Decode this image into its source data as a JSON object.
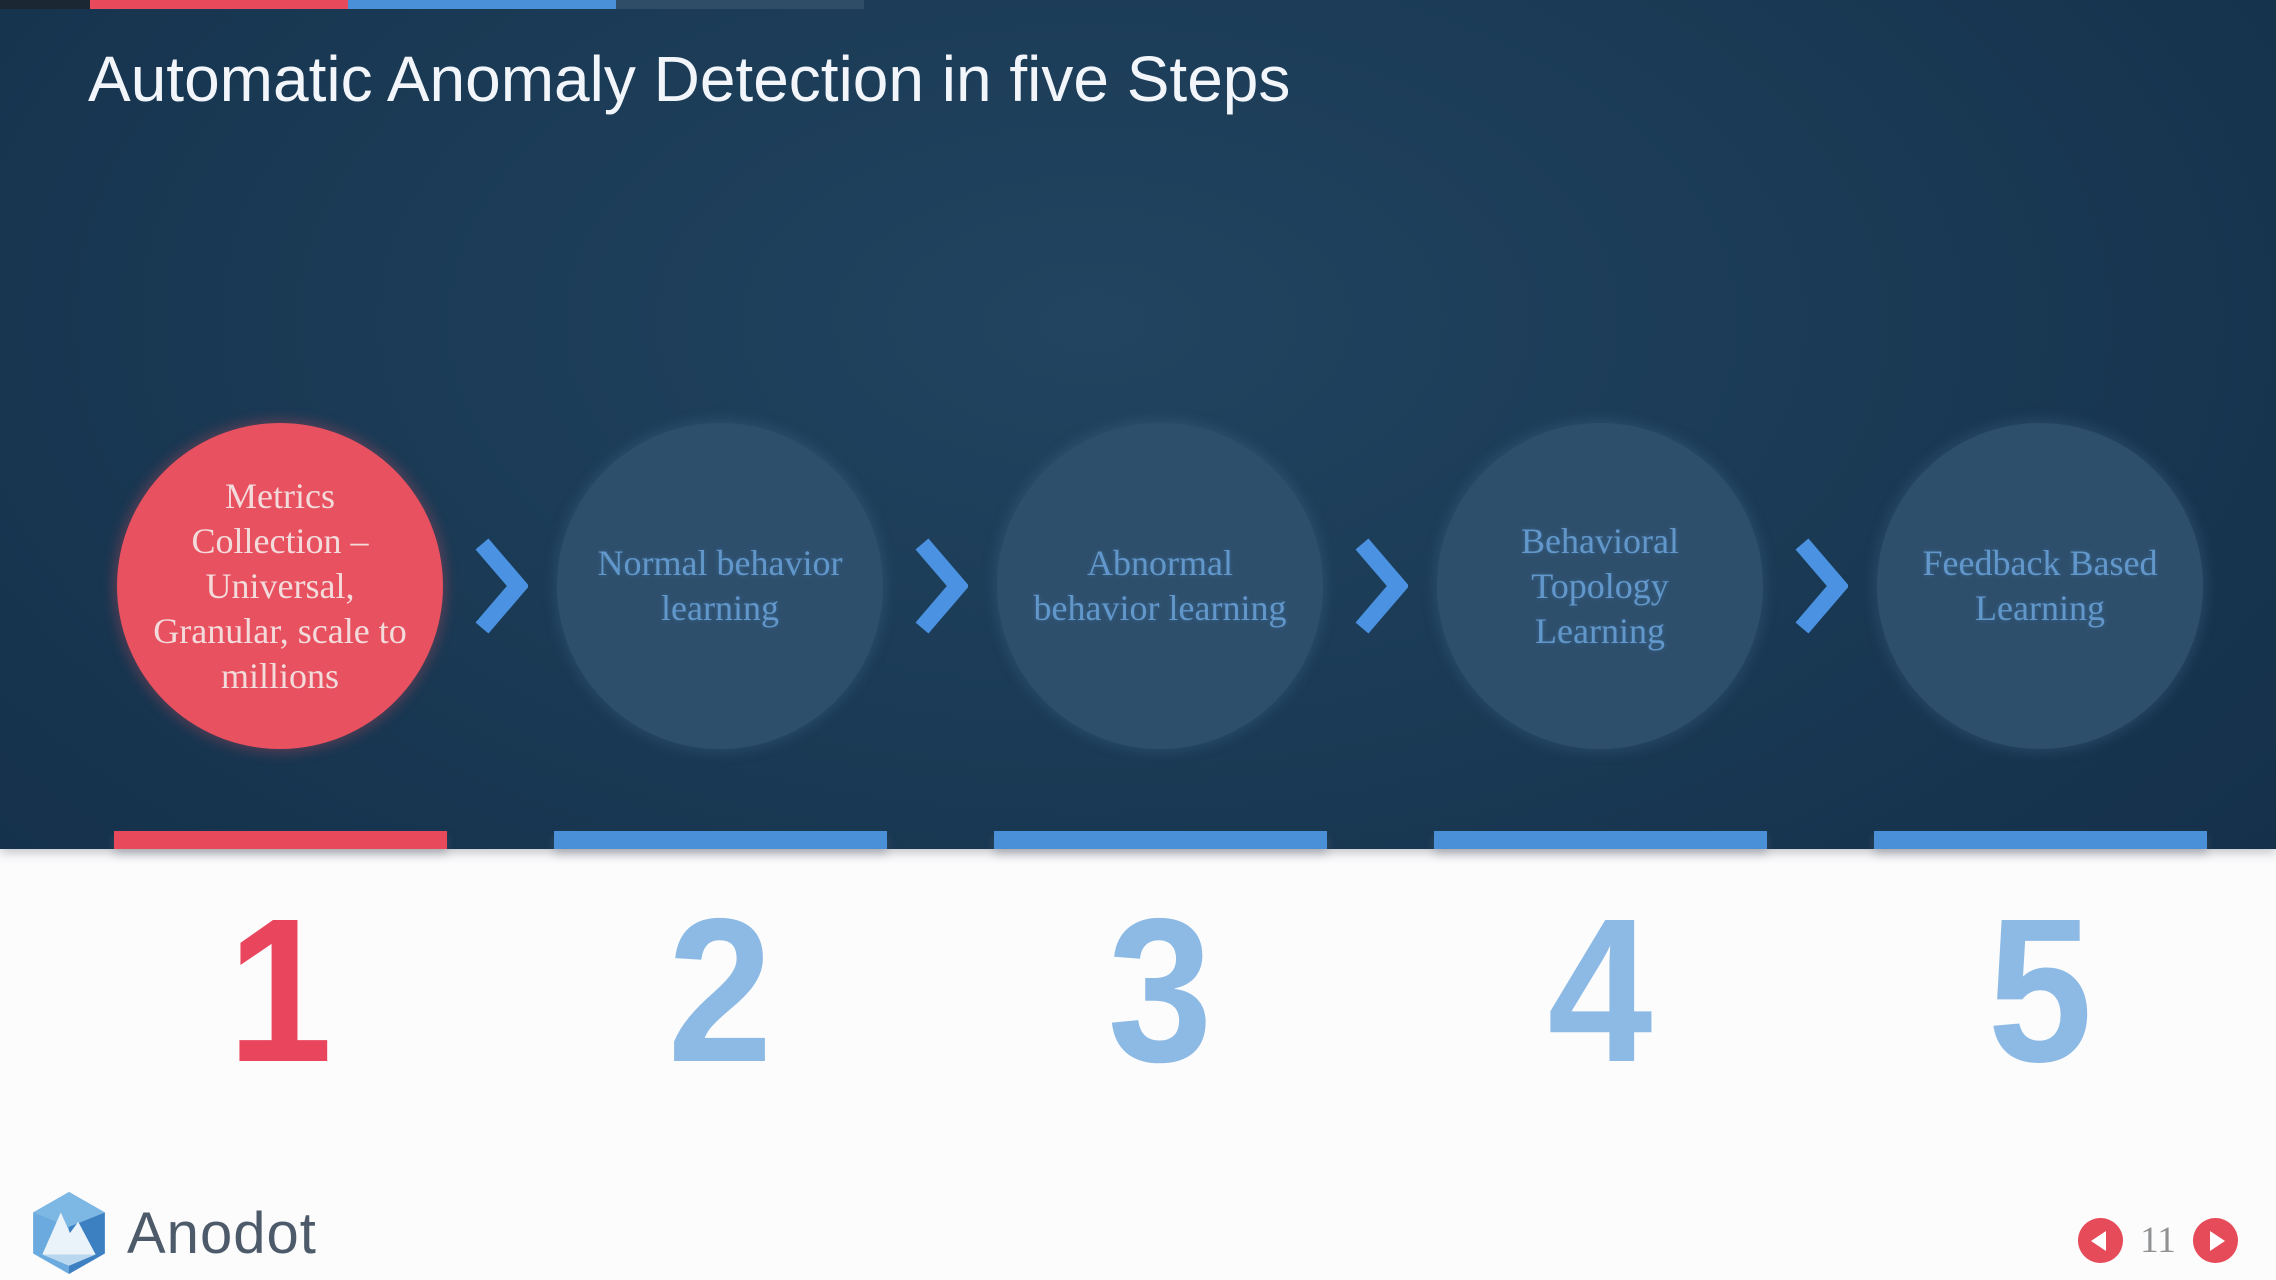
{
  "slide": {
    "title": "Automatic Anomaly Detection in five Steps",
    "brand": "Anodot",
    "page_number": "11"
  },
  "steps": [
    {
      "number": "1",
      "label": "Metrics Collection – Universal, Granular, scale to millions",
      "state": "highlighted"
    },
    {
      "number": "2",
      "label": "Normal behavior learning",
      "state": "normal"
    },
    {
      "number": "3",
      "label": "Abnormal behavior learning",
      "state": "normal"
    },
    {
      "number": "4",
      "label": "Behavioral Topology Learning",
      "state": "normal"
    },
    {
      "number": "5",
      "label": "Feedback Based Learning",
      "state": "normal"
    }
  ],
  "icons": {
    "step_separator": "chevron-right-icon",
    "prev": "prev-arrow-icon",
    "next": "next-arrow-icon",
    "brand_logo": "anodot-gem-icon"
  },
  "colors": {
    "accent_red": "#e84a5c",
    "accent_blue": "#4a90d9",
    "light_blue_number": "#8cbae5",
    "navy_background": "#1a3a55",
    "circle_fill": "#2e4f6c",
    "circle_text_blue": "#6197ca",
    "circle_text_pink": "#f3dbdc",
    "footer_background": "#fcfcfd"
  }
}
